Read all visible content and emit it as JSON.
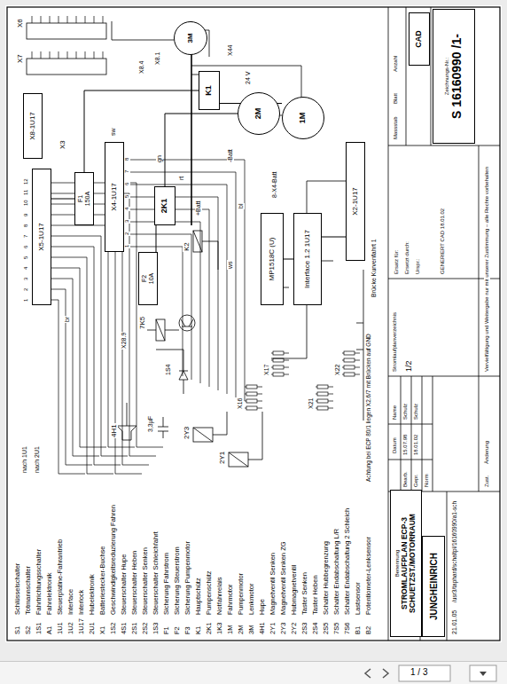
{
  "diagram": {
    "nodes": [
      {
        "text": [
          "Benennung",
          "STROMLAUFPLAN ECP-3 SCHUETZST./MOTORRAUM"
        ]
      },
      {
        "text": [
          "JUNGHEINRICH"
        ]
      },
      {
        "text": [
          "Zeichnungs-Nr.:",
          "S 16160990 /1-"
        ]
      },
      {
        "text": [
          "CAD"
        ]
      },
      {
        "text": [
          "1M"
        ]
      },
      {
        "text": [
          "2M"
        ]
      },
      {
        "text": [
          "3M"
        ]
      },
      {
        "text": [
          "X5-1U17"
        ]
      },
      {
        "text": [
          "X4-1U17"
        ]
      },
      {
        "text": [
          "X2-1U17"
        ]
      },
      {
        "text": [
          "X8-1U17"
        ]
      },
      {
        "text": [
          "K1"
        ]
      },
      {
        "text": [
          "F1",
          "150A"
        ]
      },
      {
        "text": [
          "Interface 1.2 1U17"
        ]
      },
      {
        "text": [
          "MP1518C (U)"
        ]
      },
      {
        "text": [
          "2K1"
        ]
      },
      {
        "text": [
          "F2",
          "10A"
        ]
      }
    ],
    "edges": [
      {
        "from": 12,
        "to": 11,
        "arrow": "none"
      },
      {
        "from": 11,
        "to": 4,
        "arrow": "none"
      },
      {
        "from": 15,
        "to": 5,
        "arrow": "none"
      },
      {
        "from": 7,
        "to": 12,
        "arrow": "none"
      },
      {
        "from": 14,
        "to": 13,
        "arrow": "none"
      },
      {
        "from": 13,
        "to": 9,
        "arrow": "none"
      },
      {
        "from": 16,
        "to": 15,
        "arrow": "none"
      }
    ],
    "labels": [
      "S1",
      "Schlüsselschalter",
      "S2",
      "Totmannschalter",
      "1S1",
      "Fahrtrichtungsschalter",
      "A1",
      "Fahrelektronik",
      "1U1",
      "Steuerplatine-Fahrantrieb",
      "1U2",
      "Interface",
      "1U17",
      "Interlock",
      "2U1",
      "Hubelektronik",
      "X1",
      "Batteriestecker-Buchse",
      "1S2",
      "Geschwindigkeitsreduzierung Fahren",
      "4S1",
      "Steuerschalter Hupe",
      "2S1",
      "Steuerschalter Heben",
      "2S2",
      "Steuerschalter Senken",
      "1S3",
      "Steuerschalter Schleichfahrt",
      "F1",
      "Sicherung Fahrstrom",
      "F2",
      "Sicherung Steuerstrom",
      "F3",
      "Sicherung Pumpenmotor",
      "K1",
      "Hauptschütz",
      "2K1",
      "Pumpenschütz",
      "1K3",
      "Notfahrrelais",
      "1M",
      "Fahrmotor",
      "2M",
      "Pumpenmotor",
      "3M",
      "Lenkmotor",
      "4H1",
      "Hupe",
      "2Y1",
      "Magnetventil Senken",
      "2Y3",
      "Magnetventil Senken ZG",
      "2Y2",
      "Hubmagnetventil",
      "2S3",
      "Taster Senken",
      "2S4",
      "Taster Heben",
      "2S5",
      "Schalter Hubbegrenzung",
      "7S5",
      "Schalter Endabschaltung L/R",
      "7S6",
      "Schalter Endabschaltung 2 Schleich",
      "B1",
      "Lastsensor",
      "B2",
      "Potentiometer-Lenksensor",
      "Datum",
      "Name",
      "Bearb.",
      "15.07.98",
      "Schulz",
      "Gepr.",
      "18.01.02",
      "Schulz",
      "Norm",
      "Zust.",
      "Änderung",
      "21.01.05",
      "/usr3/taphard/schaltpl/16160990/a1-sch",
      "Stromlaufplanverzeichnis",
      "1/2",
      "Ersatz für:",
      "Ersetzt durch:",
      "Urspr.:",
      "Massstab",
      "Blatt",
      "Anzahl",
      "Vervielfältigung und Weitergabe nur mit unserer Zustimmung – alle Rechte vorbehalten",
      "GENERIERT CAD 18.01.02",
      "X3",
      "X6",
      "X7",
      "X8.4",
      "X8.1",
      "X44",
      "+Batt",
      "-Batt",
      "24 V",
      "X28.9",
      "7K5",
      "K2",
      "1S4",
      "2Y3",
      "2Y1",
      "4H1",
      "X16",
      "X17",
      "X21",
      "X22",
      "Achtung bei ECP 80/1 liegen X2.6/7 mit Brücken auf GND",
      "Brücke Kurvenfahrt 1",
      "8-X4-Batt",
      "sw",
      "rt",
      "bl",
      "br",
      "gn",
      "ws",
      "nach 1U1",
      "nach 2U1",
      "3,3µF",
      "1",
      "2",
      "3",
      "4",
      "5",
      "6",
      "7",
      "8",
      "9",
      "10",
      "11",
      "12",
      "1",
      "2",
      "3",
      "4",
      "5",
      "6",
      "7",
      "8",
      "1 / 3"
    ]
  }
}
